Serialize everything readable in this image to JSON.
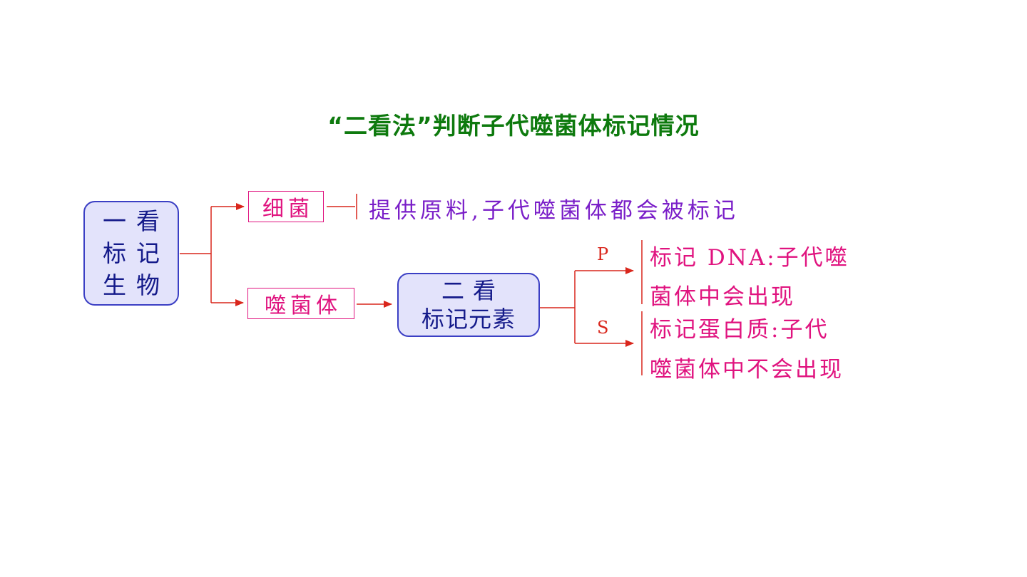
{
  "title": "“二看法”判断子代噬菌体标记情况",
  "first_look": {
    "lines": [
      "一看",
      "标记",
      "生物"
    ]
  },
  "organisms": {
    "bacteria": "细菌",
    "phage": "噬菌体"
  },
  "bacteria_result": "提供原料,子代噬菌体都会被标记",
  "second_look": {
    "lines": [
      "二看",
      "标记元素"
    ]
  },
  "elements": {
    "p_label": "P",
    "s_label": "S"
  },
  "p_result": {
    "lines": [
      "标记 DNA:子代噬",
      "菌体中会出现"
    ]
  },
  "s_result": {
    "lines": [
      "标记蛋白质:子代",
      "噬菌体中不会出现"
    ]
  },
  "colors": {
    "title": "#0e7a0e",
    "box_fill": "#e3e3fb",
    "box_border": "#3b3fc4",
    "box_text": "#141a8a",
    "pink": "#e0137f",
    "purple": "#7a1ec8",
    "arrow": "#d9261c"
  }
}
